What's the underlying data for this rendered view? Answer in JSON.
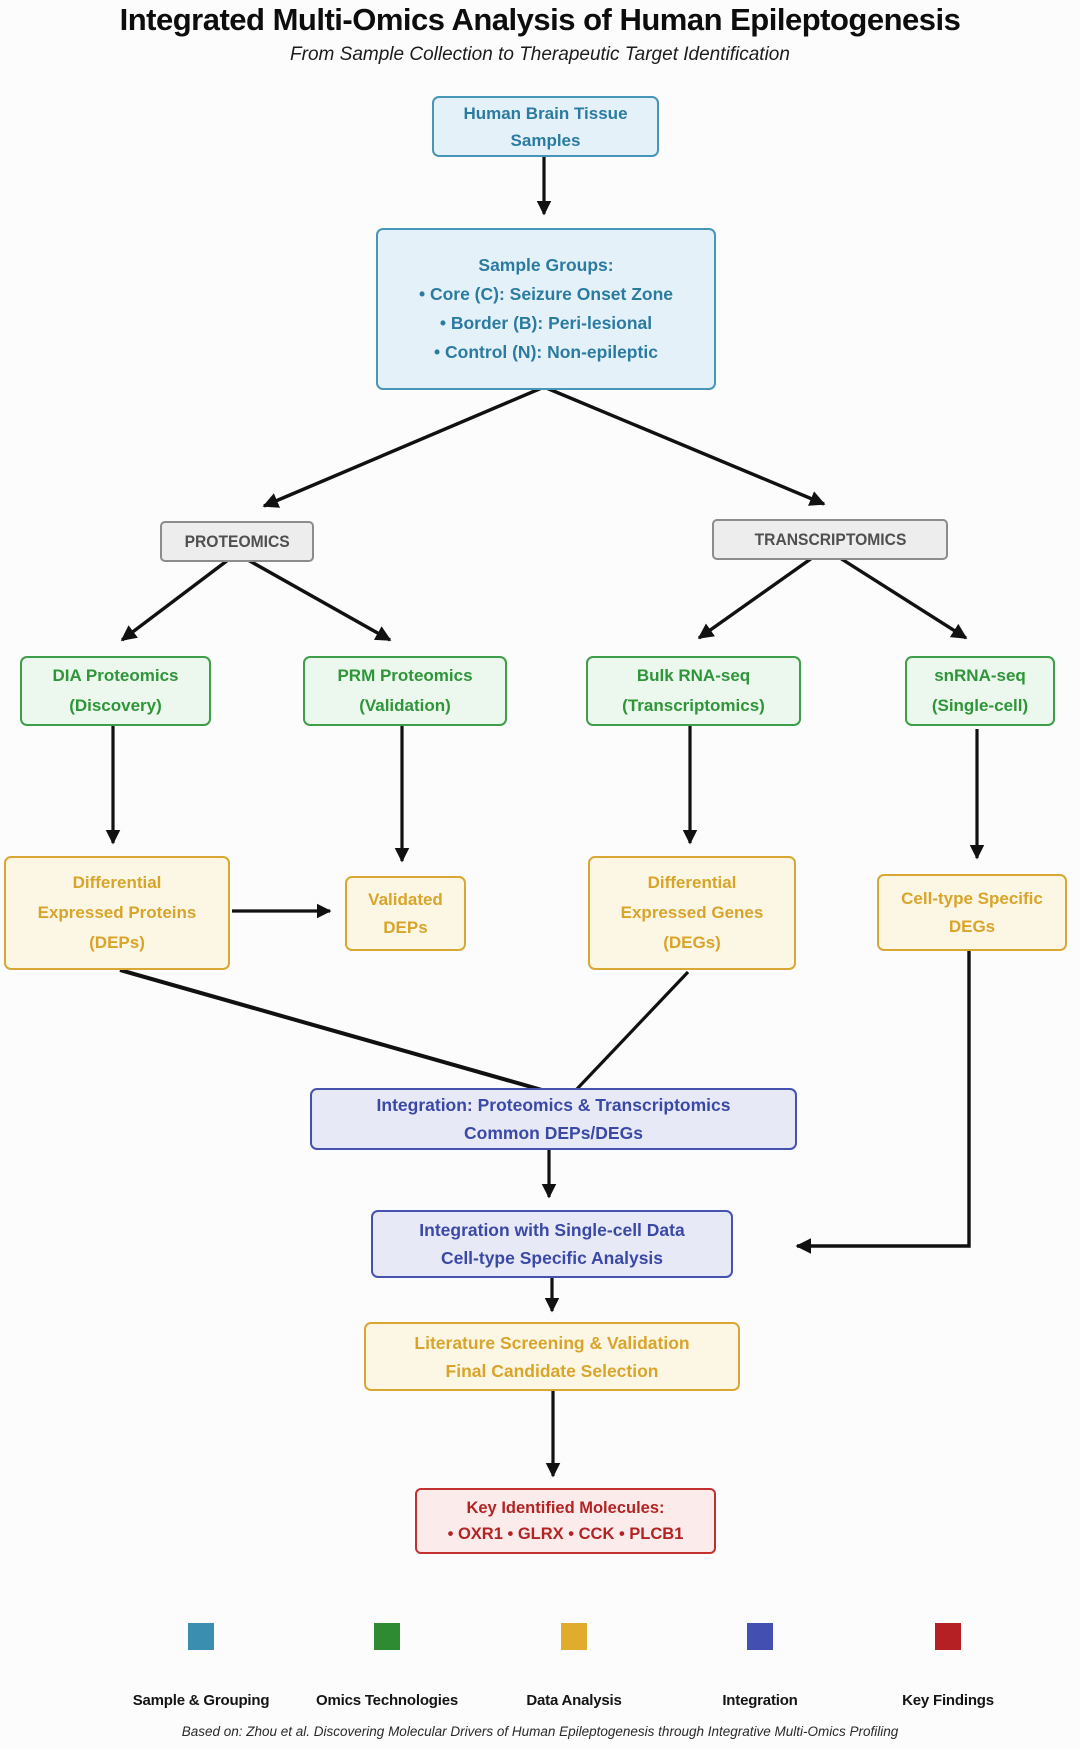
{
  "title": "Integrated Multi-Omics Analysis of Human Epileptogenesis",
  "subtitle": "From Sample Collection to Therapeutic Target Identification",
  "nodes": {
    "brain": {
      "line1": "Human Brain Tissue",
      "line2": "Samples"
    },
    "groups": {
      "line1": "Sample Groups:",
      "line2": "• Core (C): Seizure Onset Zone",
      "line3": "• Border (B): Peri-lesional",
      "line4": "• Control (N): Non-epileptic"
    },
    "proteomics_label": "PROTEOMICS",
    "transcriptomics_label": "TRANSCRIPTOMICS",
    "dia": {
      "line1": "DIA Proteomics",
      "line2": "(Discovery)"
    },
    "prm": {
      "line1": "PRM Proteomics",
      "line2": "(Validation)"
    },
    "bulk": {
      "line1": "Bulk RNA-seq",
      "line2": "(Transcriptomics)"
    },
    "snrna": {
      "line1": "snRNA-seq",
      "line2": "(Single-cell)"
    },
    "deps": {
      "line1": "Differential",
      "line2": "Expressed Proteins",
      "line3": "(DEPs)"
    },
    "vdeps": {
      "line1": "Validated",
      "line2": "DEPs"
    },
    "degs": {
      "line1": "Differential",
      "line2": "Expressed Genes",
      "line3": "(DEGs)"
    },
    "ctdegs": {
      "line1": "Cell-type Specific",
      "line2": "DEGs"
    },
    "integration1": {
      "line1": "Integration: Proteomics & Transcriptomics",
      "line2": "Common DEPs/DEGs"
    },
    "integration2": {
      "line1": "Integration with Single-cell Data",
      "line2": "Cell-type Specific Analysis"
    },
    "literature": {
      "line1": "Literature Screening & Validation",
      "line2": "Final Candidate Selection"
    },
    "molecules": {
      "line1": "Key Identified Molecules:",
      "line2": "• OXR1 • GLRX • CCK • PLCB1"
    }
  },
  "legend": [
    {
      "label": "Sample & Grouping",
      "color": "#3a8fb0"
    },
    {
      "label": "Omics Technologies",
      "color": "#2e8b32"
    },
    {
      "label": "Data Analysis",
      "color": "#e0ac2d"
    },
    {
      "label": "Integration",
      "color": "#4350b2"
    },
    {
      "label": "Key Findings",
      "color": "#b52025"
    }
  ],
  "footer": "Based on: Zhou et al. Discovering Molecular Drivers of Human Epileptogenesis through Integrative Multi-Omics Profiling"
}
